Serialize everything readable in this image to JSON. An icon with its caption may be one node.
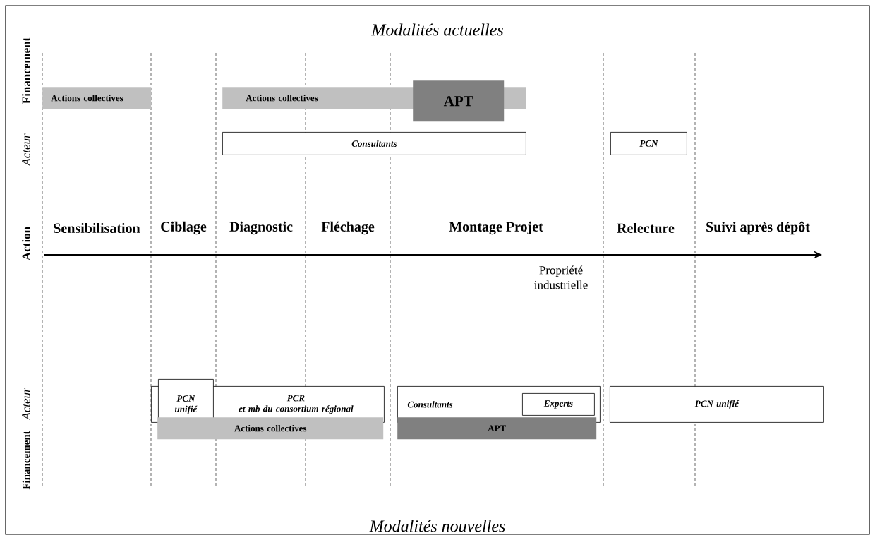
{
  "diagram": {
    "title": "Modalités actuelles",
    "caption": "Modalités nouvelles",
    "nodes": [
      {
        "text": [
          "Actions collectives"
        ]
      },
      {
        "text": [
          "Actions collectives"
        ]
      },
      {
        "text": [
          "APT"
        ]
      },
      {
        "text": [
          "Consultants"
        ]
      },
      {
        "text": [
          "PCN"
        ]
      },
      {
        "text": [
          "PCN unifié"
        ]
      },
      {
        "text": [
          "PCR",
          "et mb du consortium régional"
        ]
      },
      {
        "text": [
          "Consultants"
        ]
      },
      {
        "text": [
          "Experts"
        ],
        "in": 7
      },
      {
        "text": [
          "PCN unifié"
        ]
      },
      {
        "text": [
          "Actions collectives"
        ]
      },
      {
        "text": [
          "APT"
        ]
      }
    ],
    "labels": [
      "Financement",
      "Acteur",
      "Action",
      "Sensibilisation",
      "Ciblage",
      "Diagnostic",
      "Fléchage",
      "Montage Projet",
      "Relecture",
      "Suivi après dépôt",
      "Propriété industrielle",
      "Acteur",
      "Financement"
    ]
  }
}
